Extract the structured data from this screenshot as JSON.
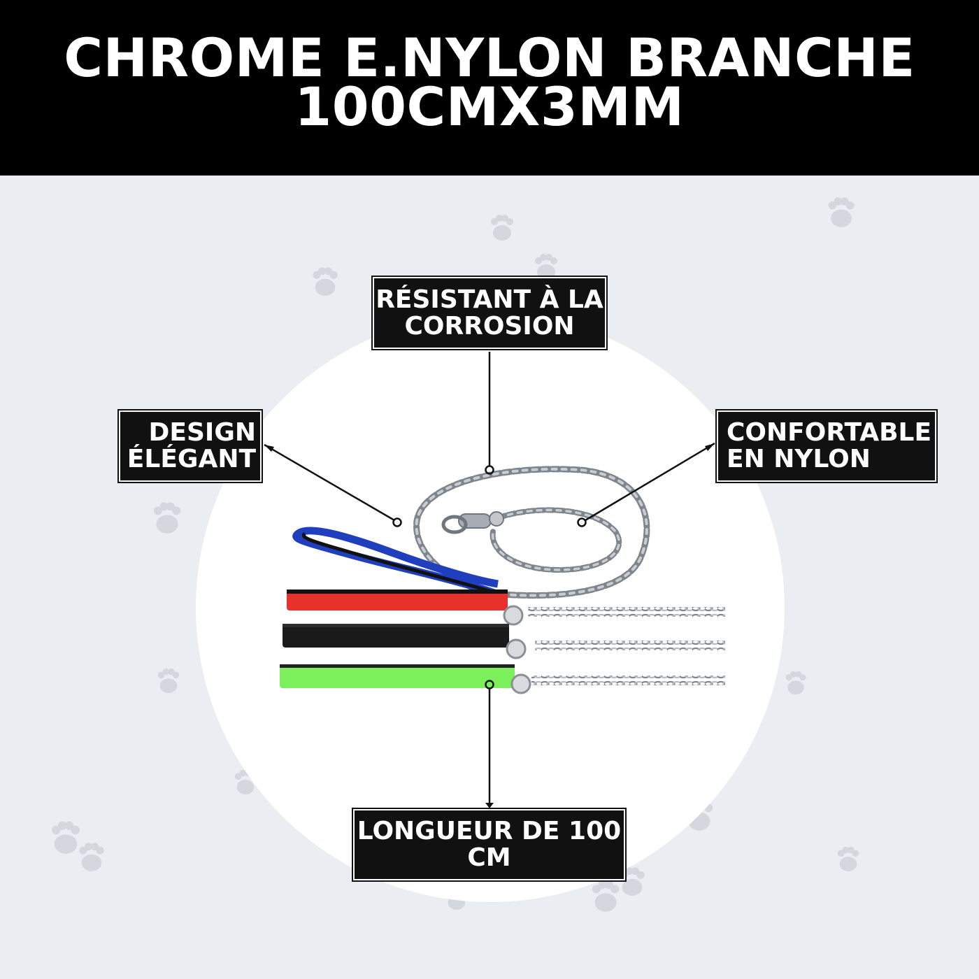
{
  "header": {
    "title_line1": "CHROME E.NYLON BRANCHE",
    "title_line2": "100CMX3MM"
  },
  "features": {
    "top": {
      "line1": "RÉSISTANT À LA",
      "line2": "CORROSION"
    },
    "left": {
      "line1": "DESIGN",
      "line2": "ÉLÉGANT"
    },
    "right": {
      "line1": "CONFORTABLE",
      "line2": "EN NYLON"
    },
    "bottom": {
      "line1": "LONGUEUR DE 100",
      "line2": "CM"
    }
  },
  "colors": {
    "header_bg": "#000000",
    "page_bg": "#eaedf2",
    "label_bg": "#111111",
    "handle_blue": "#1f3fbf",
    "handle_red": "#e8302c",
    "handle_black": "#1a1a1a",
    "handle_green": "#7cf05a"
  },
  "icons": [
    "paw-print-icon",
    "chain-leash-image"
  ]
}
